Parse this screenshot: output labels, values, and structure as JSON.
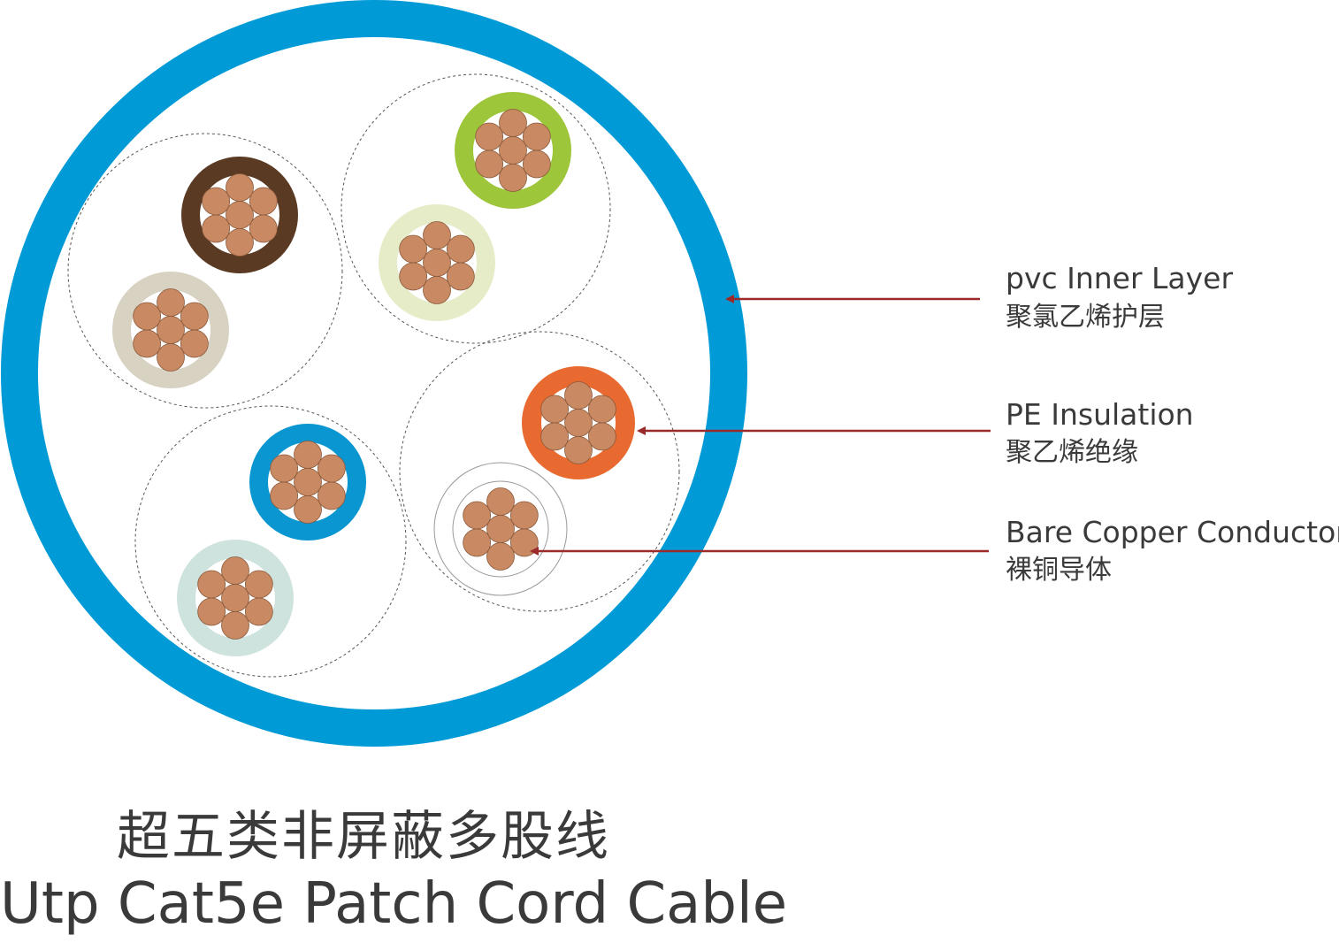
{
  "title": {
    "zh": "超五类非屏蔽多股线",
    "en": "Utp Cat5e Patch Cord Cable"
  },
  "callouts": [
    {
      "en": "pvc Inner Layer",
      "zh": "聚氯乙烯护层",
      "target": "outer-jacket"
    },
    {
      "en": "PE Insulation",
      "zh": "聚乙烯绝缘",
      "target": "insulation"
    },
    {
      "en": "Bare Copper Conductor",
      "zh": "裸铜导体",
      "target": "conductor"
    }
  ],
  "colors": {
    "jacket": "#009ad6",
    "copper": "#c98a63",
    "copper_stroke": "#8b5a3c",
    "arrow": "#9b2b2b",
    "pair_outline": "#555555"
  },
  "pairs": [
    {
      "name": "brown-pair",
      "wires": [
        {
          "color": "#5a3a22"
        },
        {
          "color": "#d8d2c2"
        }
      ]
    },
    {
      "name": "green-pair",
      "wires": [
        {
          "color": "#9dc63b"
        },
        {
          "color": "#e6ecc8"
        }
      ]
    },
    {
      "name": "blue-pair",
      "wires": [
        {
          "color": "#0a96d0"
        },
        {
          "color": "#cfe3de"
        }
      ]
    },
    {
      "name": "orange-pair",
      "wires": [
        {
          "color": "#e86a30"
        },
        {
          "color": "#ffffff"
        }
      ]
    }
  ]
}
